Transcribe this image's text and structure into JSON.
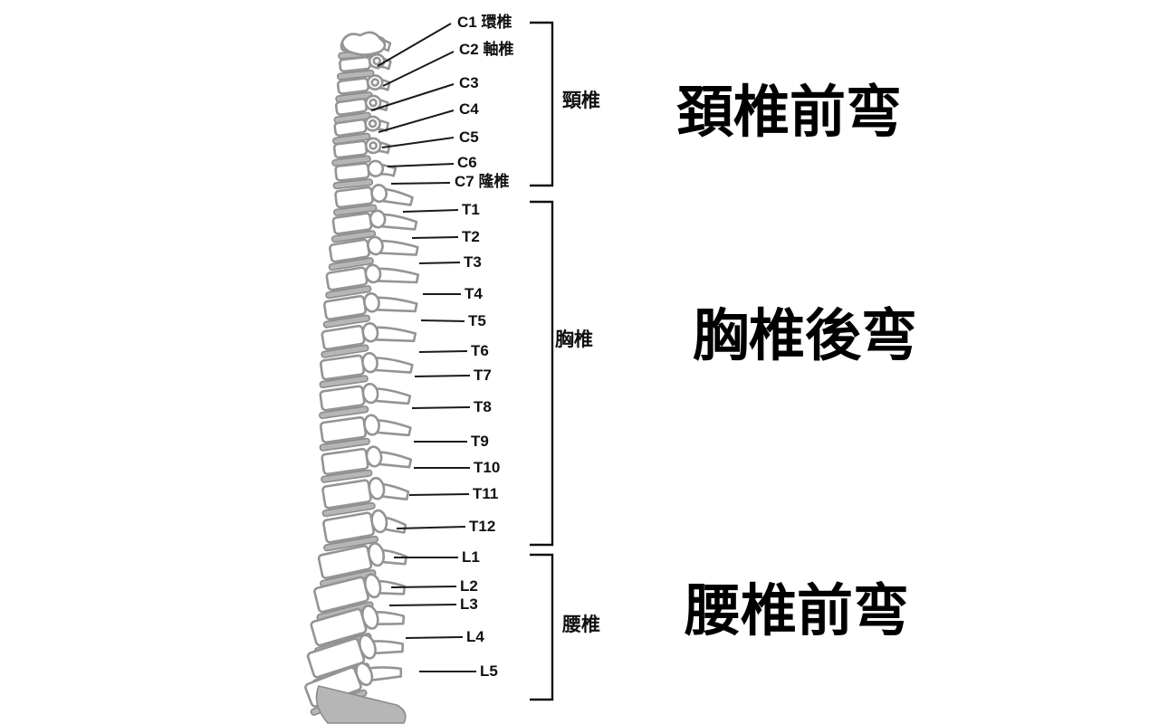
{
  "diagram": {
    "subject": "spinal column lateral view with region labels",
    "vertebra_labels": [
      {
        "id": "C1",
        "text": "C1 環椎"
      },
      {
        "id": "C2",
        "text": "C2 軸椎"
      },
      {
        "id": "C3",
        "text": "C3"
      },
      {
        "id": "C4",
        "text": "C4"
      },
      {
        "id": "C5",
        "text": "C5"
      },
      {
        "id": "C6",
        "text": "C6"
      },
      {
        "id": "C7",
        "text": "C7 隆椎"
      },
      {
        "id": "T1",
        "text": "T1"
      },
      {
        "id": "T2",
        "text": "T2"
      },
      {
        "id": "T3",
        "text": "T3"
      },
      {
        "id": "T4",
        "text": "T4"
      },
      {
        "id": "T5",
        "text": "T5"
      },
      {
        "id": "T6",
        "text": "T6"
      },
      {
        "id": "T7",
        "text": "T7"
      },
      {
        "id": "T8",
        "text": "T8"
      },
      {
        "id": "T9",
        "text": "T9"
      },
      {
        "id": "T10",
        "text": "T10"
      },
      {
        "id": "T11",
        "text": "T11"
      },
      {
        "id": "T12",
        "text": "T12"
      },
      {
        "id": "L1",
        "text": "L1"
      },
      {
        "id": "L2",
        "text": "L2"
      },
      {
        "id": "L3",
        "text": "L3"
      },
      {
        "id": "L4",
        "text": "L4"
      },
      {
        "id": "L5",
        "text": "L5"
      }
    ],
    "regions": [
      {
        "id": "cervical",
        "label": "頸椎"
      },
      {
        "id": "thoracic",
        "label": "胸椎"
      },
      {
        "id": "lumbar",
        "label": "腰椎"
      }
    ],
    "curvature_headings": [
      {
        "id": "cervical-lordosis",
        "text": "頚椎前弯"
      },
      {
        "id": "thoracic-kyphosis",
        "text": "胸椎後弯"
      },
      {
        "id": "lumbar-lordosis",
        "text": "腰椎前弯"
      }
    ],
    "colors": {
      "background": "#ffffff",
      "line_art": "#949494",
      "disc_fill": "#b6b6b6",
      "leader_line": "#1a1a1a",
      "text": "#000000"
    }
  }
}
